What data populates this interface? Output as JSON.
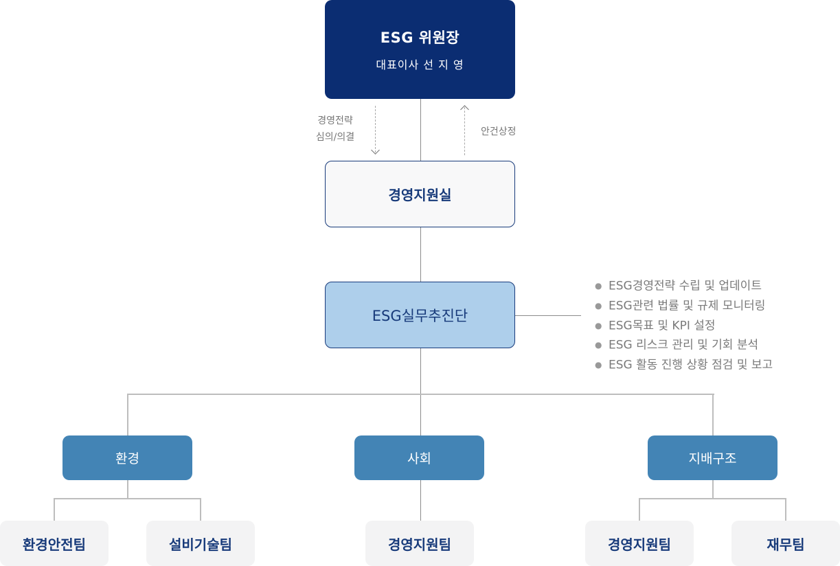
{
  "chair": {
    "title": "ESG 위원장",
    "subtitle": "대표이사 선 지 영"
  },
  "flows": {
    "down_label_line1": "경영전략",
    "down_label_line2": "심의/의결",
    "up_label": "안건상정"
  },
  "management_office": {
    "label": "경영지원실"
  },
  "task_force": {
    "label": "ESG실무추진단",
    "duties": [
      "ESG경영전략 수립 및 업데이트",
      "ESG관련 법률 및 규제 모니터링",
      "ESG목표 및 KPI 설정",
      "ESG 리스크 관리 및 기회 분석",
      "ESG 활동 진행 상황 점검 및 보고"
    ]
  },
  "categories": [
    {
      "label": "환경",
      "teams": [
        "환경안전팀",
        "설비기술팀"
      ]
    },
    {
      "label": "사회",
      "teams": [
        "경영지원팀"
      ]
    },
    {
      "label": "지배구조",
      "teams": [
        "경영지원팀",
        "재무팀"
      ]
    }
  ],
  "colors": {
    "chair_bg": "#0b2d72",
    "task_force_bg": "#aecfeb",
    "category_bg": "#4384b5",
    "team_bg": "#f3f3f4",
    "text_navy": "#173a7a"
  }
}
